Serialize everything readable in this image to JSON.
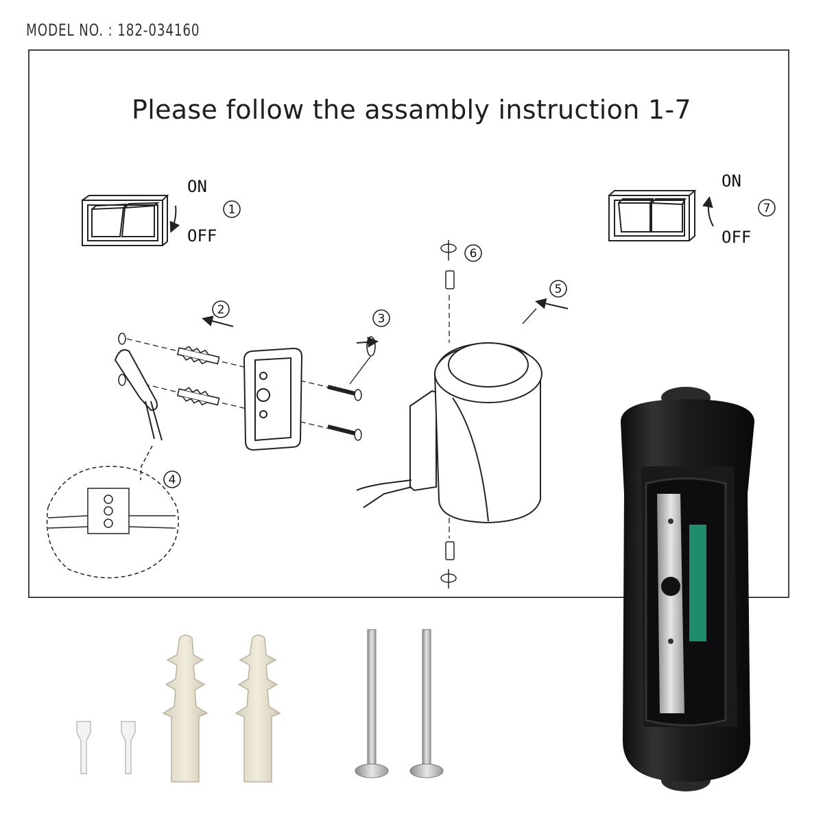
{
  "header": {
    "model_no": "MODEL NO. : 182-034160"
  },
  "diagram": {
    "title": "Please follow the assambly instruction 1-7",
    "switch_left": {
      "on": "ON",
      "off": "OFF"
    },
    "switch_right": {
      "on": "ON",
      "off": "OFF"
    },
    "steps": [
      "1",
      "2",
      "3",
      "4",
      "5",
      "6",
      "7"
    ]
  },
  "parts": [
    "wire-connector",
    "wall-plug",
    "screw",
    "wall-lamp-back"
  ],
  "colors": {
    "lamp_body": "#1d1d1f",
    "accent_green": "#1f8c6e",
    "plug": "#e8e3d2",
    "line": "#222222"
  }
}
